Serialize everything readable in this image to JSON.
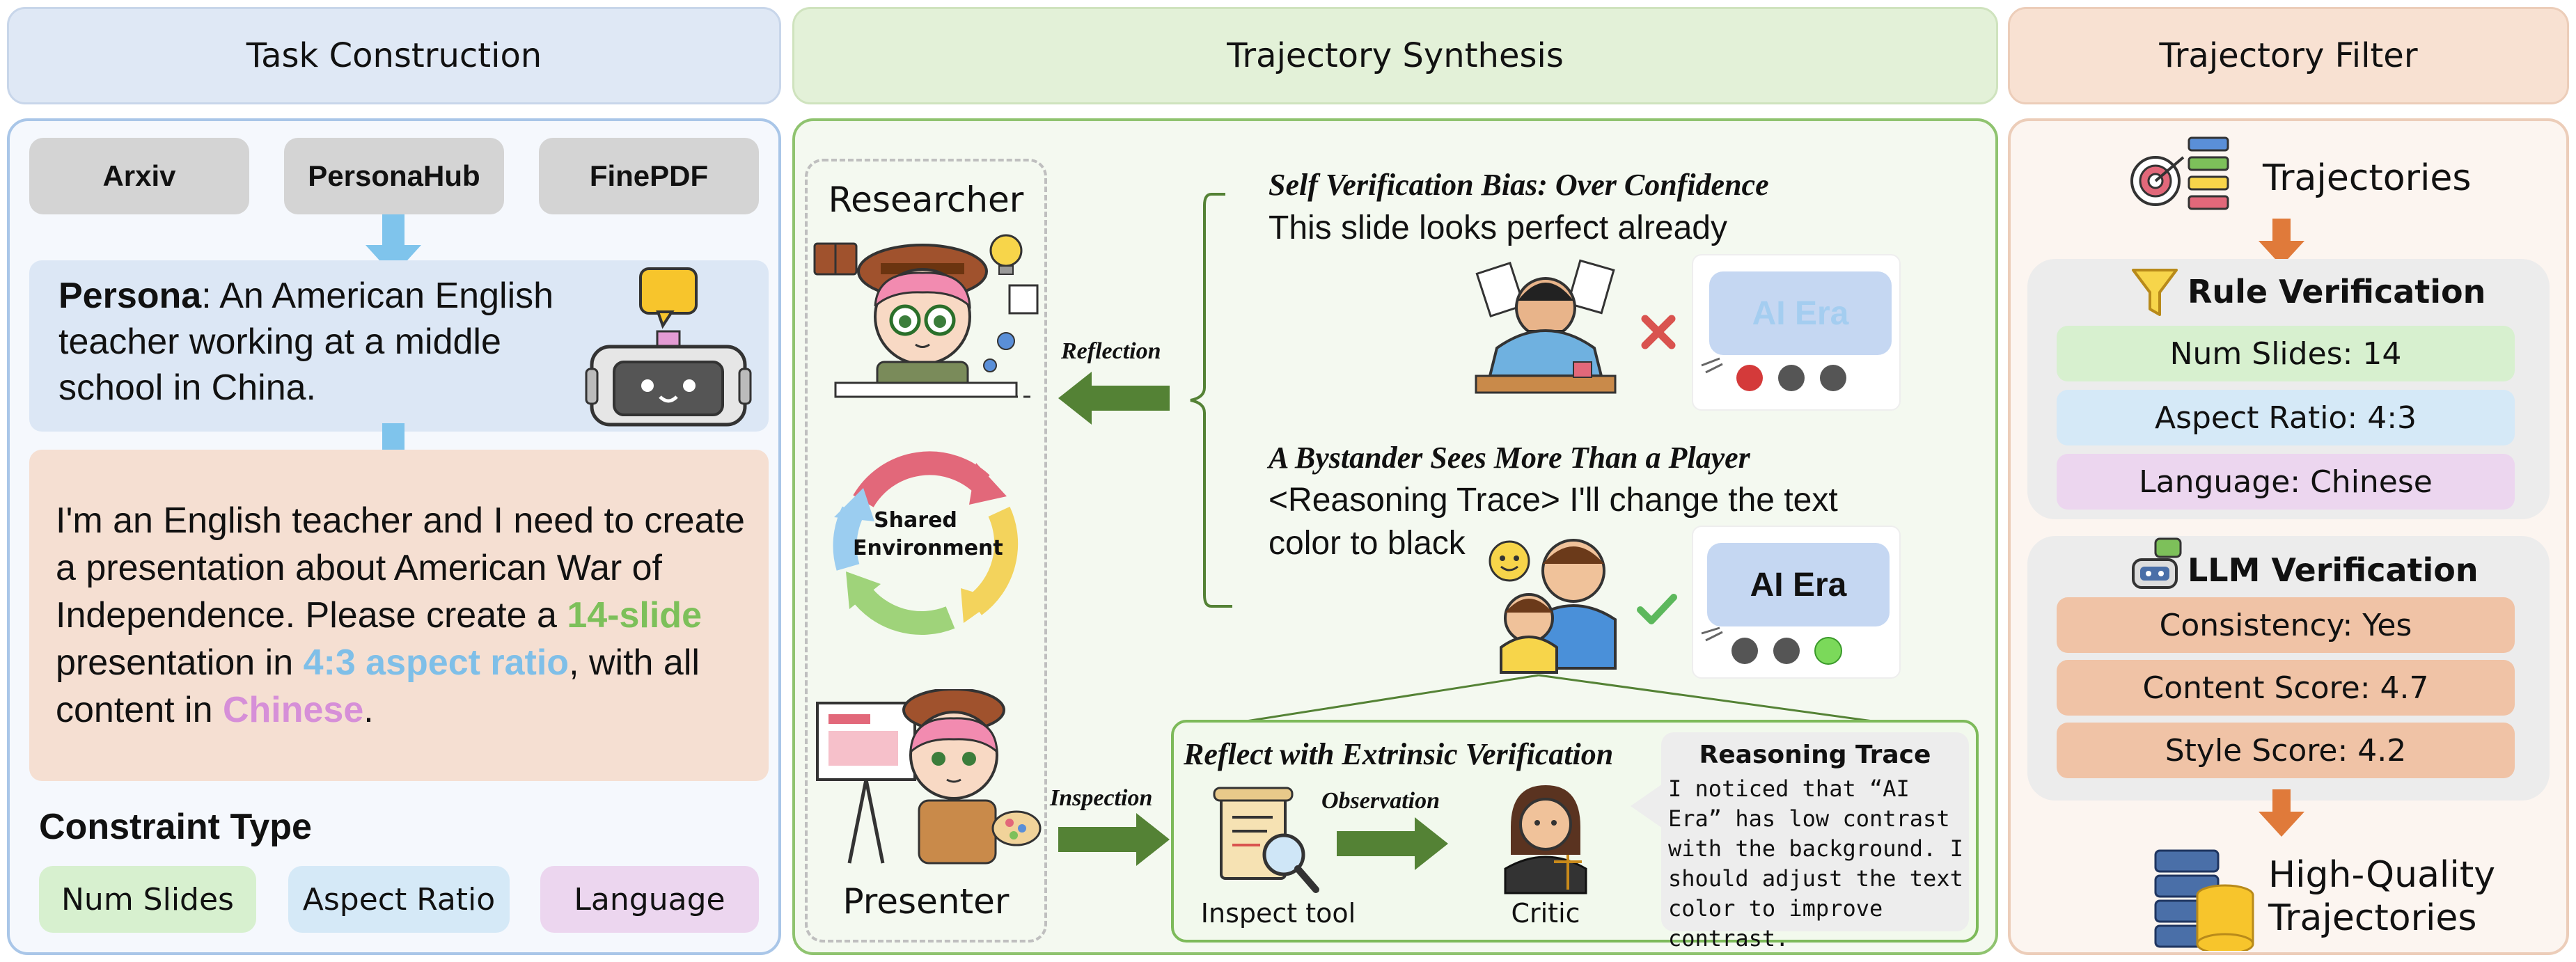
{
  "headers": {
    "task_construction": "Task Construction",
    "trajectory_synthesis": "Trajectory Synthesis",
    "trajectory_filter": "Trajectory Filter"
  },
  "task": {
    "sources": [
      "Arxiv",
      "PersonaHub",
      "FinePDF"
    ],
    "persona_label": "Persona",
    "persona_text": ": An American English teacher working at a middle school in China.",
    "prompt_part1": "I'm an English teacher and I need to create a presentation about American War of Independence. Please create a ",
    "prompt_slides": "14-slide",
    "prompt_part2": " presentation in ",
    "prompt_ratio": "4:3 aspect ratio",
    "prompt_part3": ", with all content in ",
    "prompt_lang": "Chinese",
    "prompt_part4": ".",
    "constraint_title": "Constraint Type",
    "constraints": [
      "Num Slides",
      "Aspect Ratio",
      "Language"
    ]
  },
  "synthesis": {
    "researcher": "Researcher",
    "presenter": "Presenter",
    "shared_env": "Shared Environment",
    "reflection": "Reflection",
    "inspection": "Inspection",
    "bias_title": "Self Verification Bias: Over Confidence",
    "bias_text": "This slide looks perfect already",
    "slide_text": "AI Era",
    "bystander_title": "A Bystander Sees More Than a Player",
    "bystander_text": "<Reasoning Trace> I'll change the text color to black",
    "extrinsic_title": "Reflect with Extrinsic Verification",
    "observation": "Observation",
    "inspect_tool": "Inspect tool",
    "critic": "Critic",
    "reasoning_title": "Reasoning Trace",
    "reasoning_text": "I noticed that “AI Era” has low contrast with the background. I should adjust the text color to improve contrast."
  },
  "filter": {
    "trajectories": "Trajectories",
    "rule_title": "Rule Verification",
    "rules": [
      "Num Slides: 14",
      "Aspect Ratio: 4:3",
      "Language: Chinese"
    ],
    "llm_title": "LLM Verification",
    "llm": [
      "Consistency: Yes",
      "Content Score: 4.7",
      "Style Score: 4.2"
    ],
    "hq_line1": "High-Quality",
    "hq_line2": "Trajectories"
  },
  "colors": {
    "blue_arrow": "#7fc4ec",
    "green_arrow": "#548235",
    "orange_arrow": "#e07a3a",
    "green_text": "#7dc05a",
    "blue_text": "#7fbfe8",
    "pink_text": "#d68fd8"
  }
}
